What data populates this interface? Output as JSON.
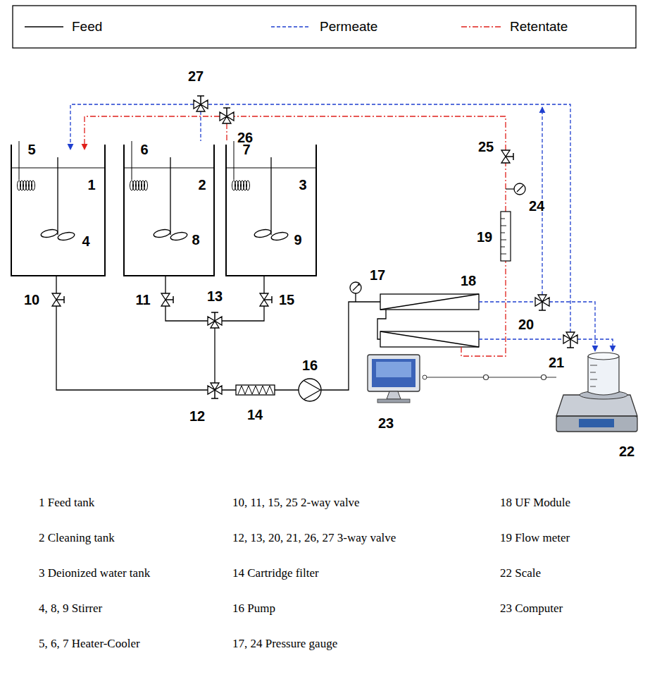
{
  "diagram": {
    "nodes": [
      {
        "text": [
          "5",
          "1",
          "4"
        ]
      },
      {
        "text": [
          "6",
          "2",
          "8"
        ]
      },
      {
        "text": [
          "7",
          "3",
          "9"
        ]
      }
    ],
    "labels": [
      "27",
      "26",
      "25",
      "24",
      "19",
      "17",
      "18",
      "10",
      "11",
      "13",
      "15",
      "20",
      "21",
      "12",
      "14",
      "16",
      "23",
      "22",
      "1 Feed tank",
      "10, 11, 15, 25 2-way valve",
      "18 UF Module",
      "2 Cleaning tank",
      "12, 13, 20, 21, 26, 27 3-way valve",
      "19 Flow meter",
      "3 Deionized water tank",
      "14 Cartridge filter",
      "22 Scale",
      "4, 8, 9 Stirrer",
      "16 Pump",
      "23 Computer",
      "5, 6, 7 Heater-Cooler",
      "17, 24 Pressure gauge"
    ],
    "legend": [
      {
        "text": "Feed"
      },
      {
        "text": "Permeate"
      },
      {
        "text": "Retentate"
      }
    ]
  }
}
